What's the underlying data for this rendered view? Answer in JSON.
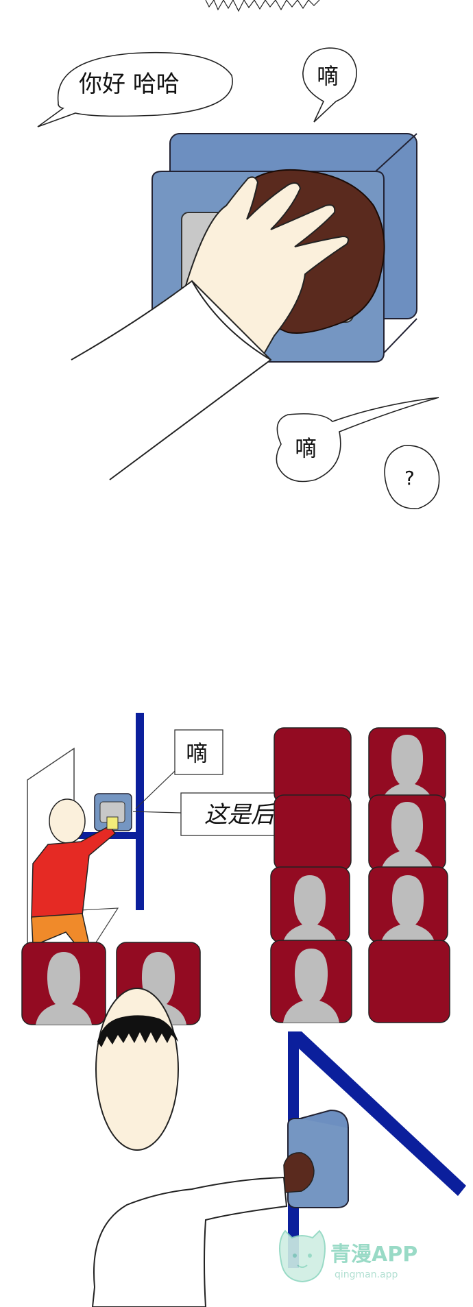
{
  "panel1": {
    "bubble_greeting": "你好 哈哈",
    "bubble_beep_top": "嘀",
    "bubble_beep_bottom": "嘀",
    "bubble_question": "?"
  },
  "panel2": {
    "label_beep": "嘀",
    "label_back_door": "这是后门"
  },
  "watermark": {
    "title": "青漫APP",
    "url": "qingman.app"
  },
  "colors": {
    "reader_blue": "#7596c2",
    "reader_blue_dark": "#5e7fae",
    "hand_skin": "#fbf0dc",
    "card_brown": "#5a2a1e",
    "seat_red": "#930b22",
    "silhouette_gray": "#bdbdbd",
    "pole_blue": "#0b1f9c",
    "shirt_red": "#e52a24",
    "pants_orange": "#f08a2a"
  }
}
